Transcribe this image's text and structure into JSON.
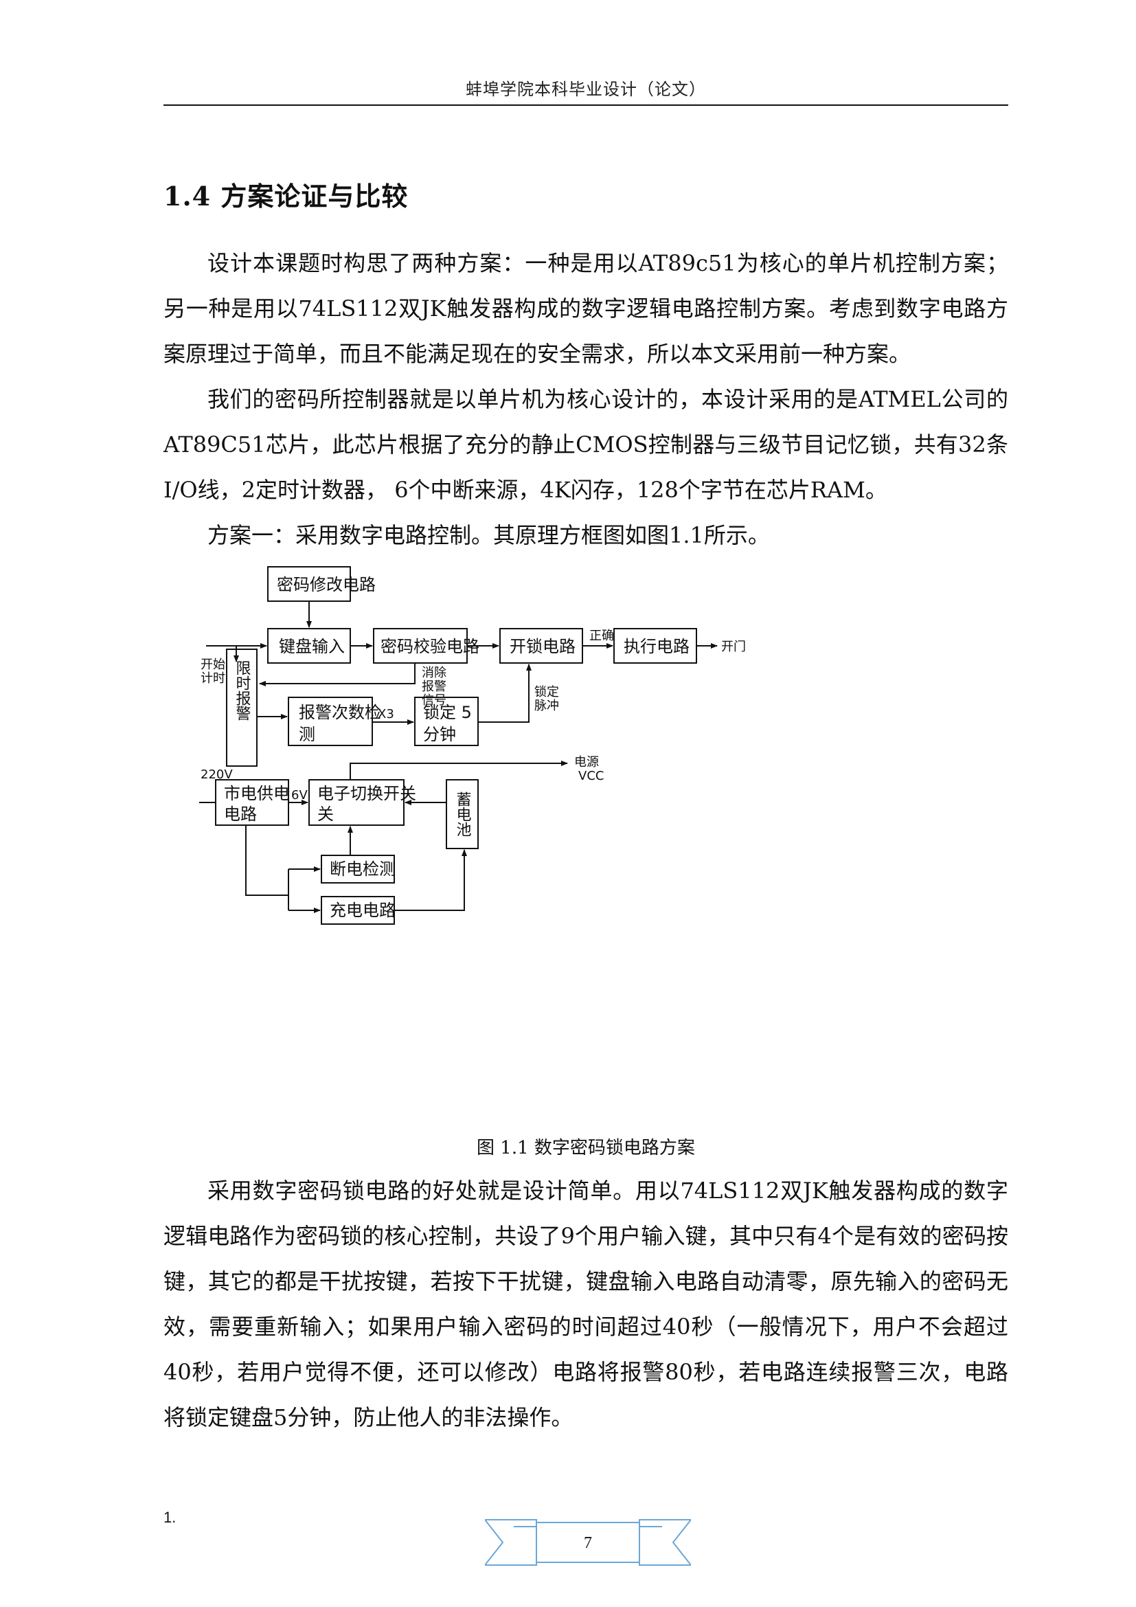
{
  "header": {
    "title": "蚌埠学院本科毕业设计（论文）"
  },
  "section": {
    "title": "1.4 方案论证与比较"
  },
  "paragraphs": [
    "设计本课题时构思了两种方案：一种是用以AT89c51为核心的单片机控制方案；另一种是用以74LS112双JK触发器构成的数字逻辑电路控制方案。考虑到数字电路方案原理过于简单，而且不能满足现在的安全需求，所以本文采用前一种方案。",
    "我们的密码所控制器就是以单片机为核心设计的，本设计采用的是ATMEL公司的AT89C51芯片，此芯片根据了充分的静止CMOS控制器与三级节目记忆锁，共有32条I/O线，2定时计数器， 6个中断来源，4K闪存，128个字节在芯片RAM。",
    "方案一：采用数字电路控制。其原理方框图如图1.1所示。"
  ],
  "diagram": {
    "blocks": {
      "pwd_modify": "密码修改电路",
      "keyboard_input": "键盘输入",
      "pwd_check": "密码校验电路",
      "unlock": "开锁电路",
      "execute": "执行电路",
      "limit_alarm": "限时报警",
      "alarm_count_1": "报警次数检",
      "alarm_count_2": "测",
      "lock_5min_1": "锁定  5",
      "lock_5min_2": "分钟",
      "mains_supply_1": "市电供电",
      "mains_supply_2": "电路",
      "electronic_switch_1": "电子切换开关",
      "electronic_switch_2": "关",
      "battery": "蓄电池",
      "power_fail_detect": "断电检测",
      "charging": "充电电路"
    },
    "labels": {
      "correct": "正确",
      "open_door": "开门",
      "start_timing_1": "开始",
      "start_timing_2": "计时",
      "clear_alarm_1": "消除",
      "clear_alarm_2": "报警",
      "clear_alarm_3": "信号",
      "lock_pulse_1": "锁定",
      "lock_pulse_2": "脉冲",
      "times3": "X3",
      "v220": "220V",
      "v6": "6V",
      "power_1": "电源",
      "power_2": "VCC"
    }
  },
  "caption": "图 1.1  数字密码锁电路方案",
  "paragraph_after": "采用数字密码锁电路的好处就是设计简单。用以74LS112双JK触发器构成的数字逻辑电路作为密码锁的核心控制，共设了9个用户输入键，其中只有4个是有效的密码按键，其它的都是干扰按键，若按下干扰键，键盘输入电路自动清零，原先输入的密码无效，需要重新输入；如果用户输入密码的时间超过40秒（一般情况下，用户不会超过40秒，若用户觉得不便，还可以修改）电路将报警80秒，若电路连续报警三次，电路将锁定键盘5分钟，防止他人的非法操作。",
  "footnote": "1.",
  "page_number": "7",
  "colors": {
    "ribbon_outline": "#6aa7d8",
    "text": "#111111"
  }
}
